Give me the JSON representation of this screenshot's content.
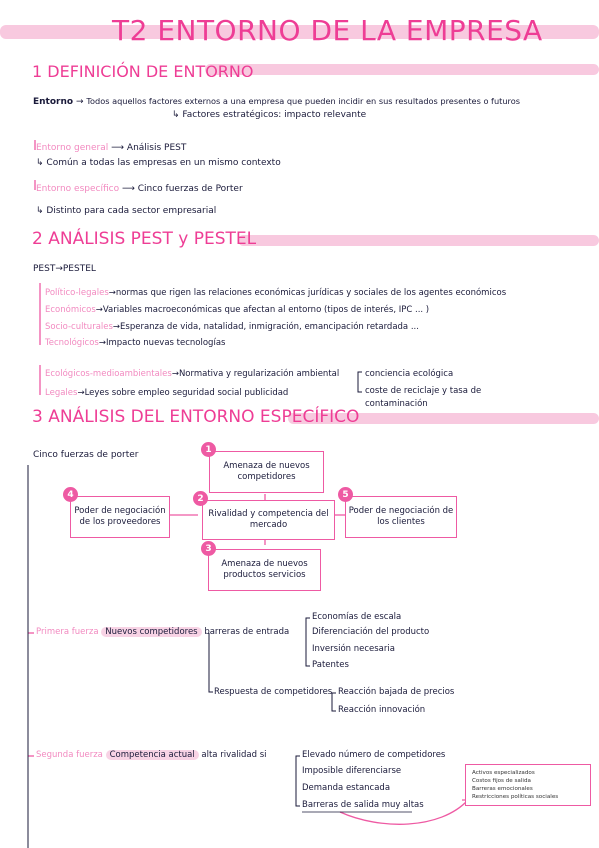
{
  "title": "T2 ENTORNO DE LA EMPRESA",
  "s1": {
    "heading": "1 DEFINICIÓN DE ENTORNO",
    "entorno_label": "Entorno",
    "entorno_def": "Todos aquellos factores externos a una empresa que pueden incidir en sus resultados presentes o futuros",
    "factores": "Factores estratégicos: impacto relevante",
    "general_label": "Entorno general",
    "general_value": "Análisis PEST",
    "general_desc": "Común a todas las empresas en un mismo contexto",
    "especifico_label": "Entorno específico",
    "especifico_value": "Cinco fuerzas de Porter",
    "especifico_desc": "Distinto para cada sector empresarial"
  },
  "s2": {
    "heading": "2 ANÁLISIS PEST y PESTEL",
    "intro": "PEST→PESTEL",
    "items": [
      {
        "label": "Político-legales",
        "text": "normas que rigen las relaciones económicas jurídicas y sociales de los agentes económicos"
      },
      {
        "label": "Económicos",
        "text": "Variables macroeconómicas que afectan al entorno (tipos de interés, IPC ... )"
      },
      {
        "label": "Socio-culturales",
        "text": "Esperanza de vida, natalidad, inmigración, emancipación retardada ..."
      },
      {
        "label": "Tecnológicos",
        "text": "Impacto nuevas tecnologías"
      },
      {
        "label": "Ecológicos-medioambientales",
        "text": "Normativa y regularización ambiental"
      },
      {
        "label": "Legales",
        "text": "Leyes sobre empleo seguridad social publicidad"
      }
    ],
    "eco_branch1": "conciencia ecológica",
    "eco_branch2a": "coste de reciclaje y tasa de",
    "eco_branch2b": "contaminación"
  },
  "s3": {
    "heading": "3 ANÁLISIS DEL ENTORNO ESPECÍFICO",
    "porter_label": "Cinco fuerzas de porter",
    "boxes": [
      {
        "num": "1",
        "text": "Amenaza de nuevos competidores"
      },
      {
        "num": "2",
        "text": "Rivalidad y competencia del mercado"
      },
      {
        "num": "3",
        "text": "Amenaza de nuevos productos servicios"
      },
      {
        "num": "4",
        "text": "Poder de negociación de los proveedores"
      },
      {
        "num": "5",
        "text": "Poder de negociación de los clientes"
      }
    ],
    "primera": {
      "label": "Primera fuerza",
      "tag": "Nuevos competidores",
      "barreras": "barreras de entrada",
      "barreras_items": [
        "Economías de escala",
        "Diferenciación del producto",
        "Inversión necesaria",
        "Patentes"
      ],
      "respuesta": "Respuesta de competidores",
      "respuesta_items": [
        "Reacción bajada de precios",
        "Reacción innovación"
      ]
    },
    "segunda": {
      "label": "Segunda fuerza",
      "tag": "Competencia actual",
      "rivalidad": "alta rivalidad si",
      "items": [
        "Elevado número de competidores",
        "Imposible diferenciarse",
        "Demanda estancada",
        "Barreras de salida muy altas"
      ],
      "note": [
        "Activos especializados",
        "Costos fijos de salida",
        "Barreras emocionales",
        "Restricciones políticas sociales"
      ]
    }
  }
}
